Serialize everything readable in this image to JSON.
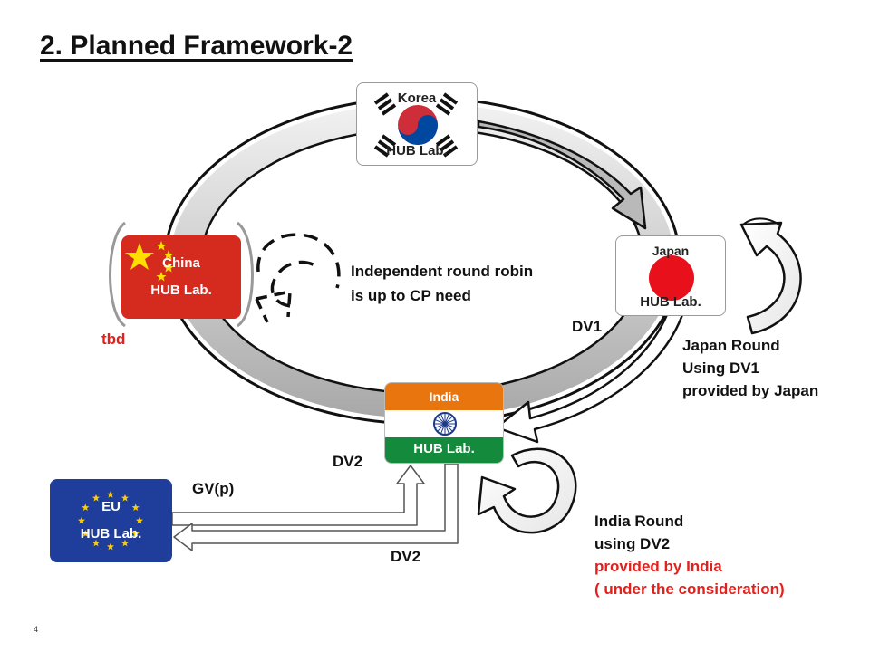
{
  "title": "2. Planned Framework-2",
  "hubs": {
    "korea": {
      "name": "Korea",
      "hub": "HUB Lab."
    },
    "japan": {
      "name": "Japan",
      "hub": "HUB Lab."
    },
    "china": {
      "name": "China",
      "hub": "HUB Lab."
    },
    "india": {
      "name": "India",
      "hub": "HUB Lab."
    },
    "eu": {
      "name": "EU",
      "hub": "HUB Lab."
    }
  },
  "labels": {
    "tbd": "tbd",
    "dv1": "DV1",
    "dv2_ring": "DV2",
    "dv2_bottom": "DV2",
    "gvp": "GV(p)",
    "independent_line1": "Independent round robin",
    "independent_line2": "is up to CP need"
  },
  "japan_round": [
    "Japan Round",
    "Using DV1",
    "provided by Japan"
  ],
  "india_round": {
    "line1": "India Round",
    "line2": "using DV2",
    "line3": "provided by India",
    "line4": "( under the consideration)"
  },
  "colors": {
    "china_red": "#d52b1e",
    "india_saffron": "#e8750e",
    "india_green": "#138a3c",
    "eu_blue": "#1f3e9c",
    "japan_red": "#e8101a",
    "korea_red": "#cd2e3a",
    "korea_blue": "#0047a0",
    "highlight_red": "#e0211c"
  },
  "page_number": "4"
}
